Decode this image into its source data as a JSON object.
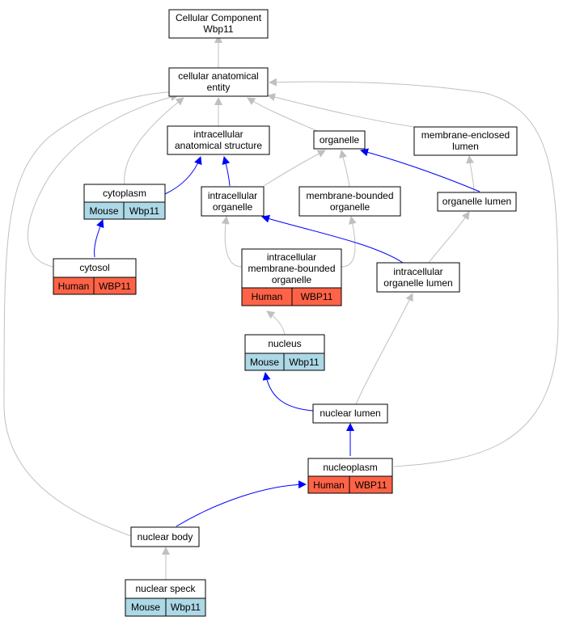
{
  "nodes": {
    "cc_wbp11": {
      "lines": [
        "Cellular Component",
        "Wbp11"
      ]
    },
    "cae": {
      "lines": [
        "cellular anatomical",
        "entity"
      ]
    },
    "ias": {
      "lines": [
        "intracellular",
        "anatomical structure"
      ]
    },
    "organelle": {
      "lines": [
        "organelle"
      ]
    },
    "mel": {
      "lines": [
        "membrane-enclosed",
        "lumen"
      ]
    },
    "cytoplasm": {
      "lines": [
        "cytoplasm"
      ],
      "species": "Mouse",
      "gene": "Wbp11"
    },
    "io": {
      "lines": [
        "intracellular",
        "organelle"
      ]
    },
    "mbo": {
      "lines": [
        "membrane-bounded",
        "organelle"
      ]
    },
    "ol": {
      "lines": [
        "organelle lumen"
      ]
    },
    "cytosol": {
      "lines": [
        "cytosol"
      ],
      "species": "Human",
      "gene": "WBP11"
    },
    "imbo": {
      "lines": [
        "intracellular",
        "membrane-bounded",
        "organelle"
      ],
      "species": "Human",
      "gene": "WBP11"
    },
    "iol": {
      "lines": [
        "intracellular",
        "organelle lumen"
      ]
    },
    "nucleus": {
      "lines": [
        "nucleus"
      ],
      "species": "Mouse",
      "gene": "Wbp11"
    },
    "nl": {
      "lines": [
        "nuclear lumen"
      ]
    },
    "np": {
      "lines": [
        "nucleoplasm"
      ],
      "species": "Human",
      "gene": "WBP11"
    },
    "nb": {
      "lines": [
        "nuclear body"
      ]
    },
    "ns": {
      "lines": [
        "nuclear speck"
      ],
      "species": "Mouse",
      "gene": "Wbp11"
    }
  },
  "colors": {
    "human": "#ff6347",
    "mouse": "#add8e6",
    "is_a_edge": "#c0c0c0",
    "part_of_edge": "#0000ff",
    "node_border": "#000000",
    "node_fill": "#ffffff"
  },
  "edges": [
    {
      "from": "cae",
      "to": "cc_wbp11",
      "kind": "is_a"
    },
    {
      "from": "ias",
      "to": "cae",
      "kind": "is_a"
    },
    {
      "from": "organelle",
      "to": "cae",
      "kind": "is_a"
    },
    {
      "from": "mel",
      "to": "cae",
      "kind": "is_a"
    },
    {
      "from": "cytoplasm",
      "to": "cae",
      "kind": "is_a"
    },
    {
      "from": "cytoplasm",
      "to": "ias",
      "kind": "part_of"
    },
    {
      "from": "io",
      "to": "ias",
      "kind": "part_of"
    },
    {
      "from": "io",
      "to": "organelle",
      "kind": "is_a"
    },
    {
      "from": "mbo",
      "to": "organelle",
      "kind": "is_a"
    },
    {
      "from": "ol",
      "to": "organelle",
      "kind": "part_of"
    },
    {
      "from": "ol",
      "to": "mel",
      "kind": "is_a"
    },
    {
      "from": "cytosol",
      "to": "cae",
      "kind": "is_a"
    },
    {
      "from": "cytosol",
      "to": "cytoplasm",
      "kind": "part_of"
    },
    {
      "from": "imbo",
      "to": "io",
      "kind": "is_a"
    },
    {
      "from": "imbo",
      "to": "mbo",
      "kind": "is_a"
    },
    {
      "from": "iol",
      "to": "io",
      "kind": "part_of"
    },
    {
      "from": "iol",
      "to": "ol",
      "kind": "is_a"
    },
    {
      "from": "nucleus",
      "to": "imbo",
      "kind": "is_a"
    },
    {
      "from": "nl",
      "to": "nucleus",
      "kind": "part_of"
    },
    {
      "from": "nl",
      "to": "iol",
      "kind": "is_a"
    },
    {
      "from": "np",
      "to": "nl",
      "kind": "part_of"
    },
    {
      "from": "np",
      "to": "cae",
      "kind": "is_a"
    },
    {
      "from": "nb",
      "to": "np",
      "kind": "part_of"
    },
    {
      "from": "nb",
      "to": "cae",
      "kind": "is_a"
    },
    {
      "from": "ns",
      "to": "nb",
      "kind": "is_a"
    }
  ]
}
